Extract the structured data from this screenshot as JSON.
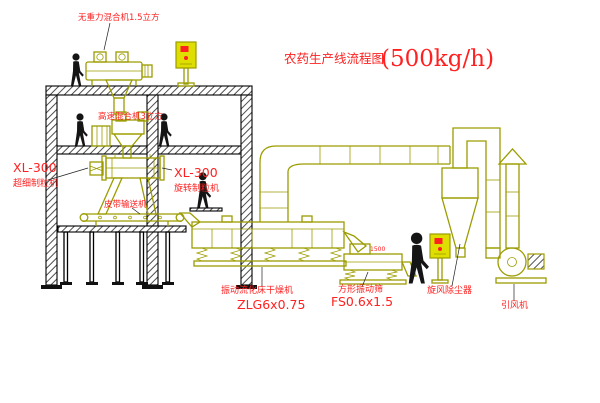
{
  "title": {
    "text": "农药生产线流程图",
    "capacity": "(500kg/h)"
  },
  "labels": {
    "top_mixer": "无重力混合机1.5立方",
    "high_speed_mixer": "高速混合机3立方",
    "granulator_left": {
      "model": "XL-300",
      "name": "超细制粒机"
    },
    "granulator_mid": {
      "model": "XL-300",
      "name": "旋转制粒机"
    },
    "belt_conveyor": "皮带输送机",
    "dryer": {
      "name": "振动流化床干燥机",
      "model": "ZLG6x0.75"
    },
    "screen": {
      "name": "方形振动筛",
      "model": "FS0.6x1.5",
      "dim": "1500"
    },
    "cyclone": "旋风除尘器",
    "fan": "引风机"
  },
  "colors": {
    "equipment": "#9c9c00",
    "equipment_fill": "#dede00",
    "label": "#ff2121",
    "structure": "#000000",
    "background": "#ffffff"
  }
}
